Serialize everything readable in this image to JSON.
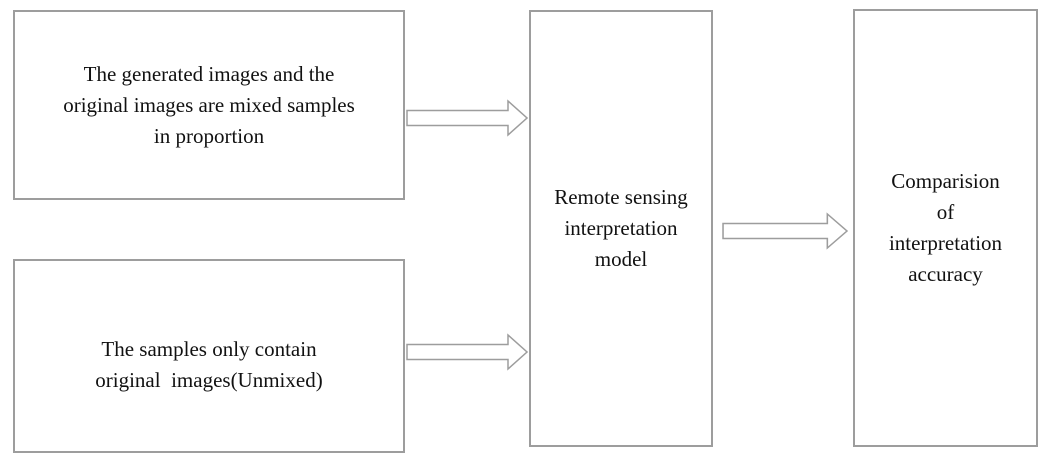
{
  "diagram": {
    "boxes": {
      "mixed": {
        "id": "box-mixed-samples",
        "lines": [
          "The generated images and the",
          "original images are mixed samples",
          "in proportion"
        ]
      },
      "unmixed": {
        "id": "box-unmixed-samples",
        "lines": [
          "The samples only contain",
          "original  images(Unmixed)"
        ]
      },
      "model": {
        "id": "box-model",
        "lines": [
          "Remote sensing",
          "interpretation",
          "model"
        ]
      },
      "comparison": {
        "id": "box-comparison",
        "lines": [
          "Comparision",
          "of",
          "interpretation",
          "accuracy"
        ]
      }
    },
    "arrows": [
      {
        "name": "arrow-mixed-to-model",
        "from": "box-mixed-samples",
        "to": "box-model",
        "direction": "right"
      },
      {
        "name": "arrow-unmixed-to-model",
        "from": "box-unmixed-samples",
        "to": "box-model",
        "direction": "right"
      },
      {
        "name": "arrow-model-to-comparison",
        "from": "box-model",
        "to": "box-comparison",
        "direction": "right"
      }
    ],
    "colors": {
      "background": "#ffffff",
      "box_border": "#9d9d9d",
      "arrow_outline": "#9d9d9d",
      "arrow_fill": "#ffffff",
      "text": "#111111"
    }
  }
}
